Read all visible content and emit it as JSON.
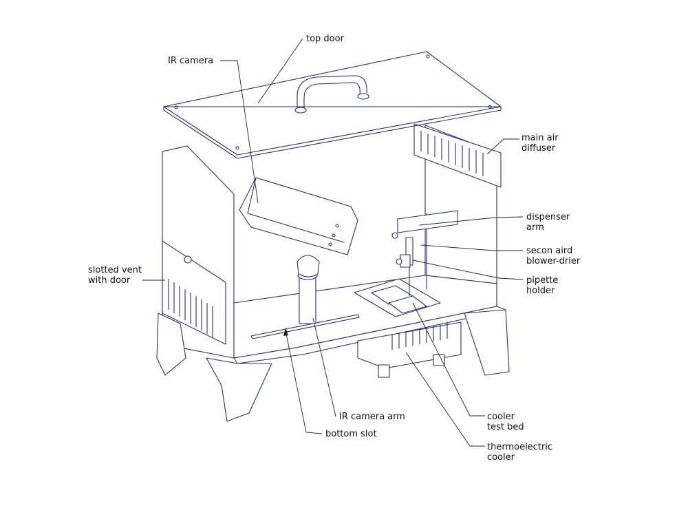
{
  "title": "Enclosure assembly exploded view",
  "colors": {
    "line": "#2b2a7e",
    "label": "#111111"
  },
  "labels": {
    "top_door": "top door",
    "ir_camera": "IR camera",
    "main_air_diffuser": [
      "main air",
      "diffuser"
    ],
    "dispenser_arm": [
      "dispenser",
      "arm"
    ],
    "blower_drier": [
      "secon aird",
      "blower-drier"
    ],
    "pipette_holder": [
      "pipette",
      "holder"
    ],
    "slotted_vent": [
      "slotted vent",
      "with door"
    ],
    "ir_camera_arm": "IR camera arm",
    "bottom_slot": "bottom slot",
    "cooler_test_bed": [
      "cooler",
      "test bed"
    ],
    "thermoelectric_cooler": [
      "thermoelectric",
      "cooler"
    ]
  }
}
